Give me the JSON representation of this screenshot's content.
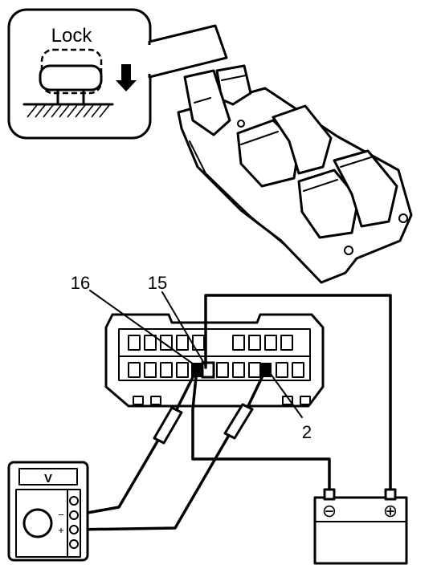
{
  "callout": {
    "lock_label": "Lock"
  },
  "connector": {
    "pins": [
      {
        "label": "16"
      },
      {
        "label": "15"
      },
      {
        "label": "2"
      }
    ]
  },
  "voltmeter": {
    "display": "V",
    "minus": "−",
    "plus": "+"
  },
  "battery": {
    "negative": "⊖",
    "positive": "⊕"
  }
}
